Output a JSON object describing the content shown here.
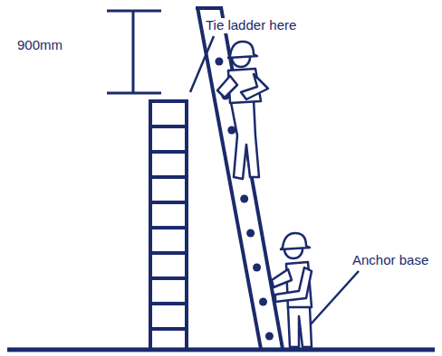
{
  "diagram": {
    "labels": [
      "900mm",
      "Tie ladder here",
      "Anchor base"
    ]
  }
}
